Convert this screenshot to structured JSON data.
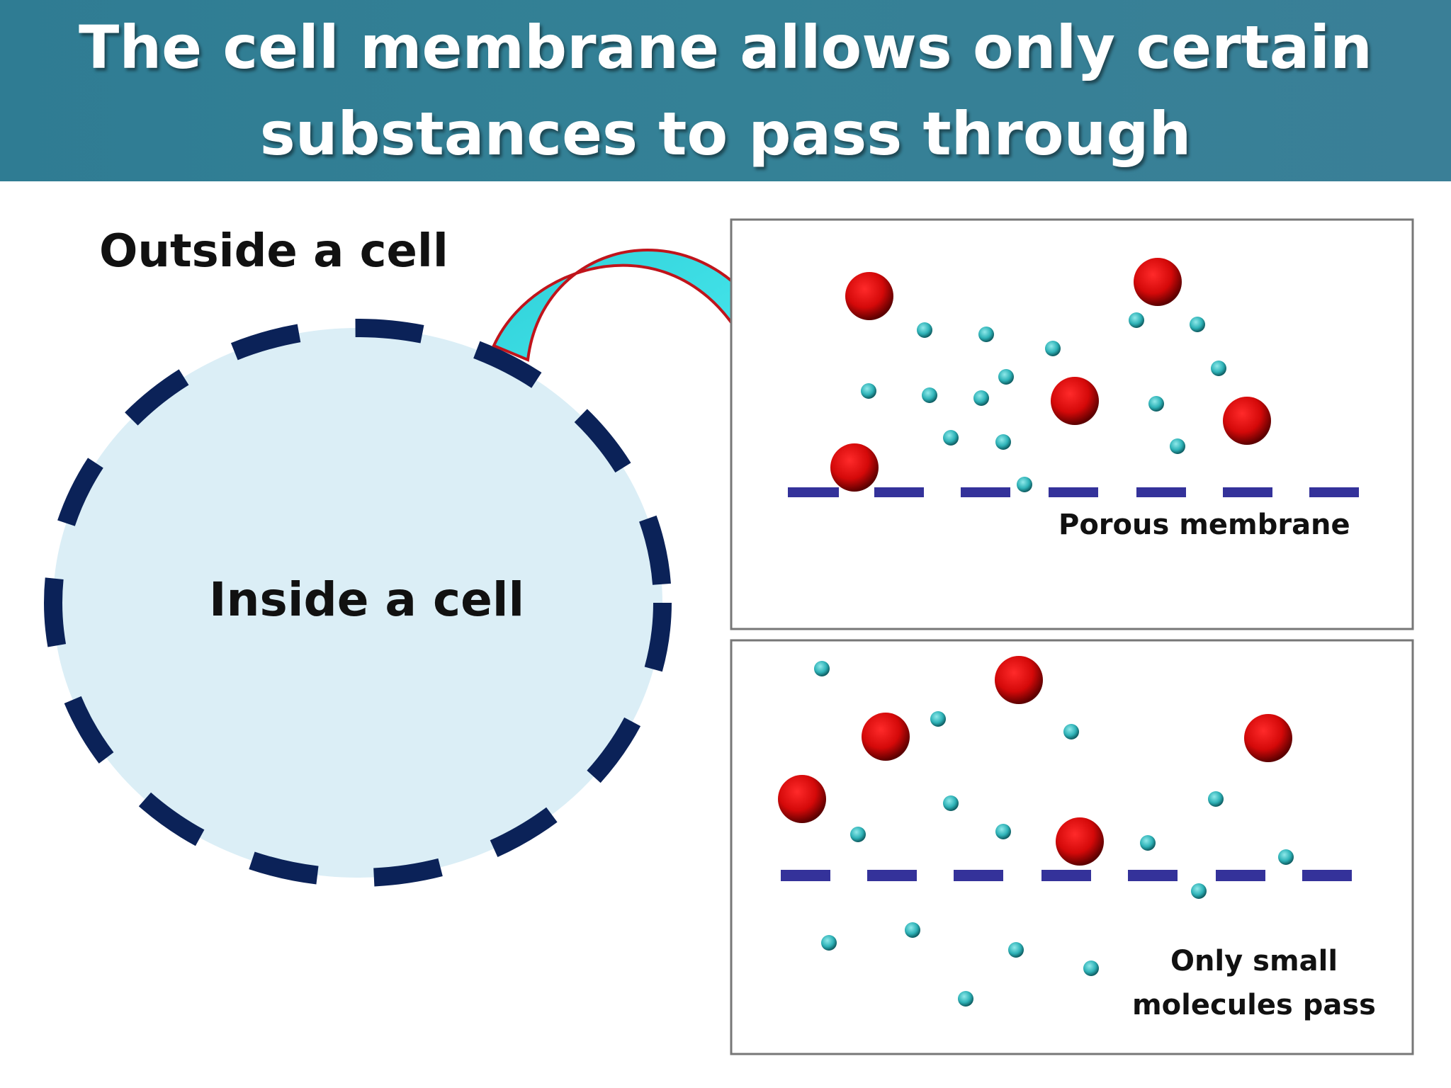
{
  "title": "The cell membrane allows only certain substances to pass through",
  "labels": {
    "outside": "Outside a cell",
    "inside": "Inside a cell",
    "top_panel": "Porous membrane",
    "bottom_panel_line1": "Only small",
    "bottom_panel_line2": "molecules pass"
  },
  "colors": {
    "banner": "#34809a",
    "cell_fill": "#dbeef6",
    "cell_outline": "#0b2258",
    "arrow_fill": "#3cd7df",
    "arrow_outline": "#c0141b",
    "membrane": "#34329a",
    "large_molecule": "#d11010",
    "small_molecule": "#2eb4b9"
  }
}
